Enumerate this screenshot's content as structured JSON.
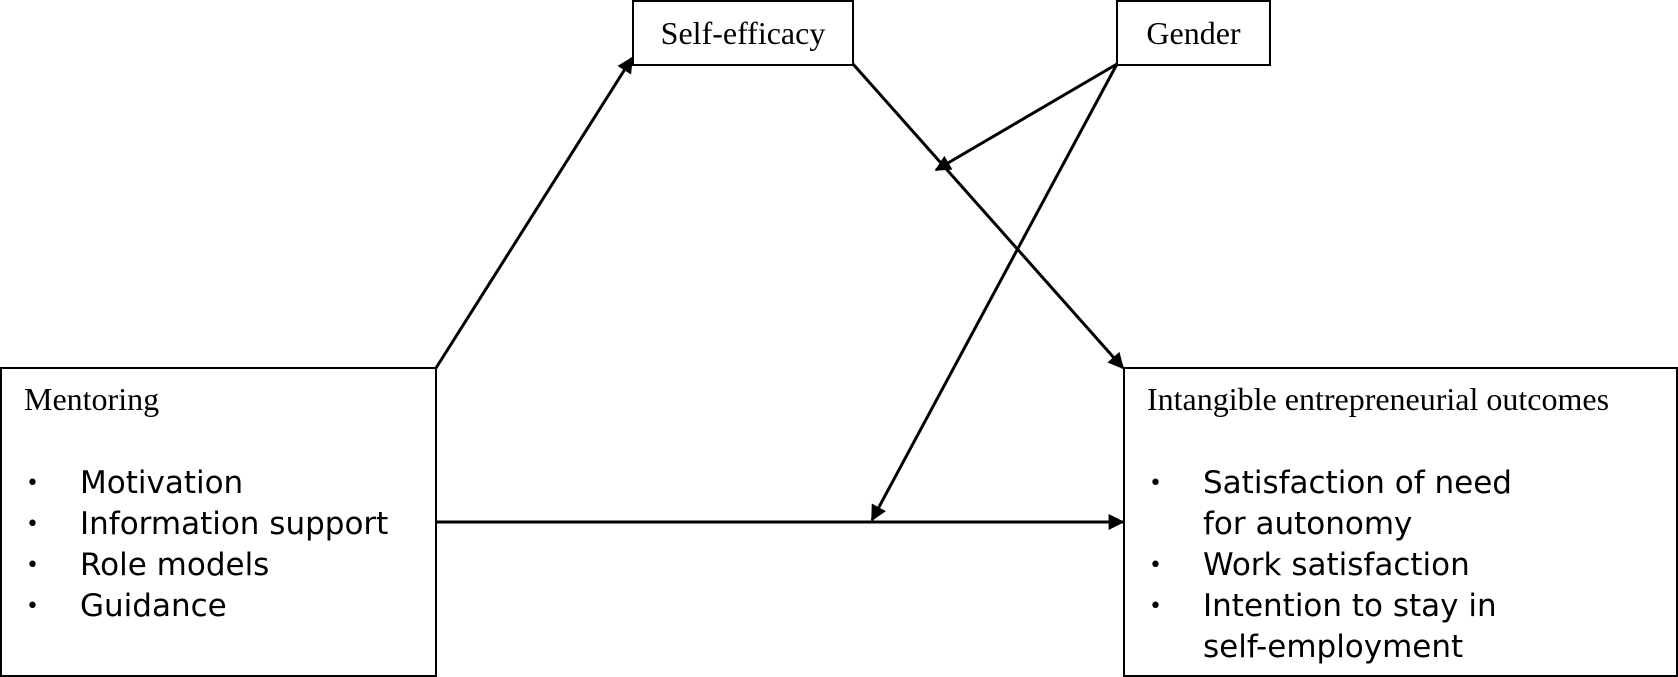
{
  "nodes": {
    "self_efficacy": {
      "label": "Self-efficacy"
    },
    "gender": {
      "label": "Gender"
    },
    "mentoring": {
      "title": "Mentoring",
      "items": [
        "Motivation",
        "Information support",
        "Role models",
        "Guidance"
      ]
    },
    "outcomes": {
      "title": "Intangible entrepreneurial outcomes",
      "items": [
        "Satisfaction of need for autonomy",
        "Work satisfaction",
        "Intention to stay in self-employment"
      ]
    }
  },
  "edges": [
    {
      "from": "mentoring",
      "to": "self_efficacy"
    },
    {
      "from": "self_efficacy",
      "to": "outcomes"
    },
    {
      "from": "mentoring",
      "to": "outcomes"
    },
    {
      "from": "gender",
      "to": "self_efficacy->outcomes",
      "type": "moderation"
    },
    {
      "from": "gender",
      "to": "mentoring->outcomes",
      "type": "moderation"
    }
  ],
  "colors": {
    "line": "#000000",
    "box_border": "#000000",
    "background": "#ffffff"
  }
}
